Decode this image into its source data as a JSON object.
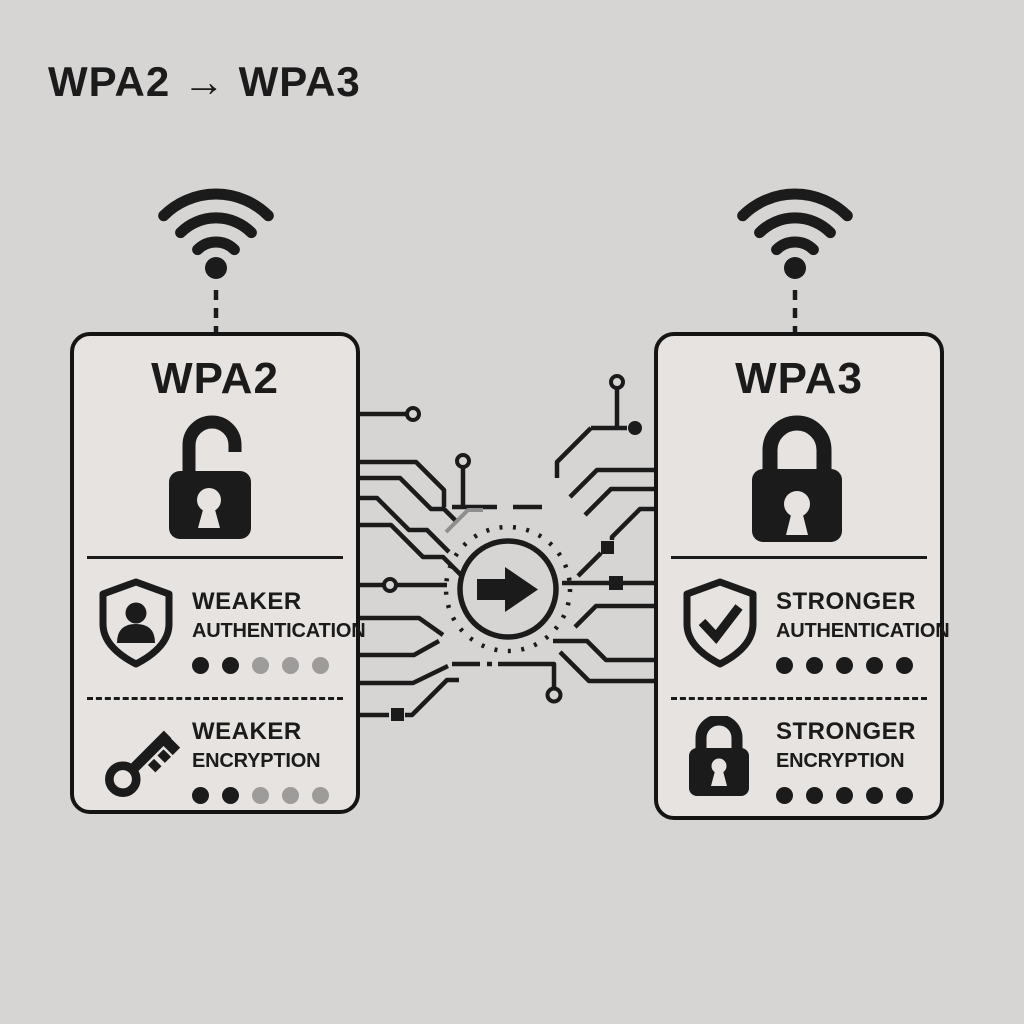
{
  "theme": {
    "background": "#d7d5d3",
    "card_background": "#e6e3e0",
    "ink": "#1b1b1b",
    "muted_dot": "#9d9c9b"
  },
  "header": {
    "title": "WPA2 → WPA3"
  },
  "wifi": {
    "left_icon": "wifi-icon",
    "right_icon": "wifi-icon"
  },
  "center": {
    "icon": "right-arrow-icon"
  },
  "left_card": {
    "title": "WPA2",
    "lock_icon": "unlocked-padlock-icon",
    "features": [
      {
        "icon": "shield-user-icon",
        "line1": "WEAKER",
        "line2": "AUTHENTICATION",
        "dots": {
          "filled": 2,
          "total": 5
        }
      },
      {
        "icon": "key-icon",
        "line1": "WEAKER",
        "line2": "ENCRYPTION",
        "dots": {
          "filled": 2,
          "total": 5
        }
      }
    ]
  },
  "right_card": {
    "title": "WPA3",
    "lock_icon": "locked-padlock-icon",
    "features": [
      {
        "icon": "shield-check-icon",
        "line1": "STRONGER",
        "line2": "AUTHENTICATION",
        "dots": {
          "filled": 5,
          "total": 5
        }
      },
      {
        "icon": "small-padlock-icon",
        "line1": "STRONGER",
        "line2": "ENCRYPTION",
        "dots": {
          "filled": 5,
          "total": 5
        }
      }
    ]
  }
}
